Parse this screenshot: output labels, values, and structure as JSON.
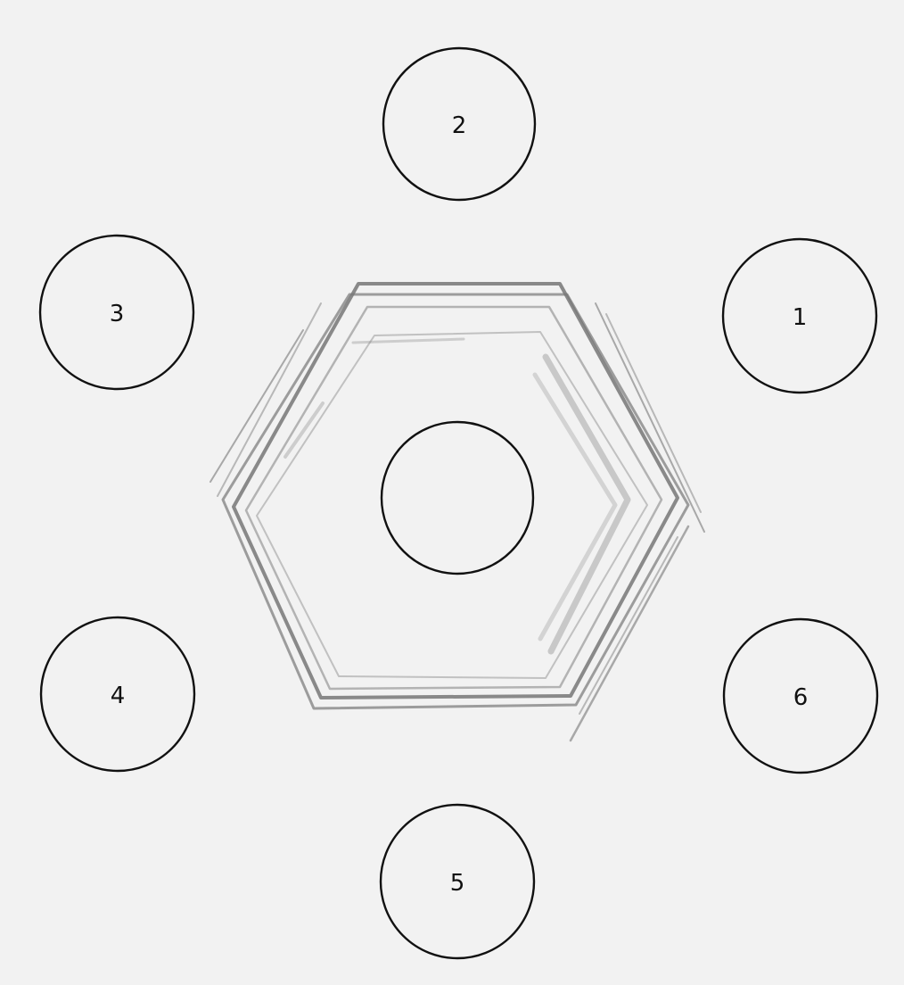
{
  "circles": [
    {
      "label": "1"
    },
    {
      "label": "2"
    },
    {
      "label": "3"
    },
    {
      "label": "4"
    },
    {
      "label": "5"
    },
    {
      "label": "6"
    },
    {
      "label": ""
    }
  ],
  "colors": {
    "background": "#f2f2f2",
    "outline": "#111111",
    "sketch": "#6f6f6f"
  }
}
